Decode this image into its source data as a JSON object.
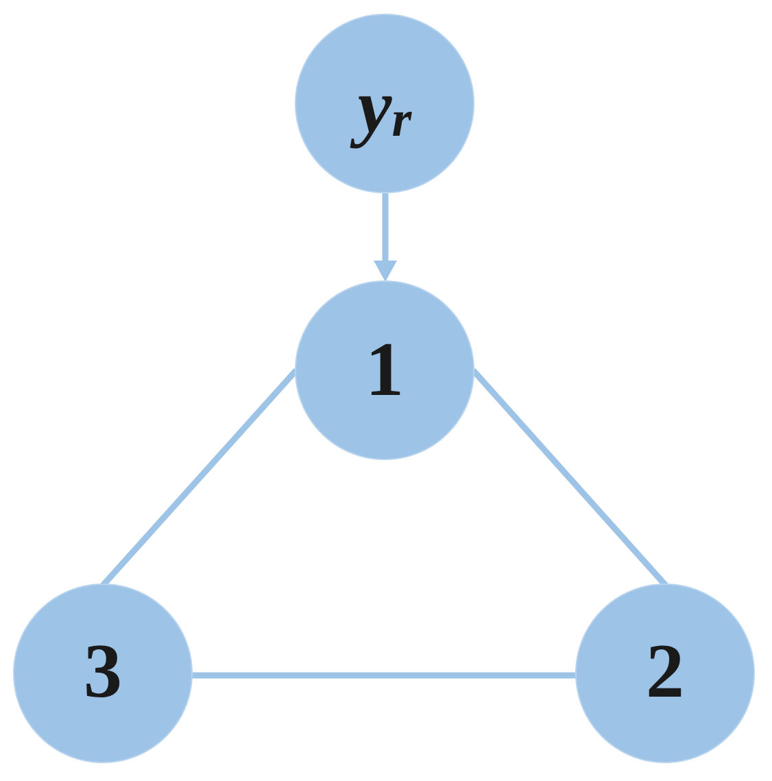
{
  "diagram": {
    "type": "directed-graph",
    "colors": {
      "node_fill": "#9dc3e6",
      "node_stroke": "#b7d3ee",
      "edge": "#9dc3e6",
      "label": "#1a1a1a"
    },
    "nodes": [
      {
        "id": "yr",
        "label_main": "y",
        "label_sub": "r"
      },
      {
        "id": "1",
        "label": "1"
      },
      {
        "id": "2",
        "label": "2"
      },
      {
        "id": "3",
        "label": "3"
      }
    ],
    "edges": [
      {
        "from": "yr",
        "to": "1",
        "directed": true
      },
      {
        "from": "1",
        "to": "2",
        "directed": false
      },
      {
        "from": "1",
        "to": "3",
        "directed": false
      },
      {
        "from": "3",
        "to": "2",
        "directed": false
      }
    ]
  }
}
